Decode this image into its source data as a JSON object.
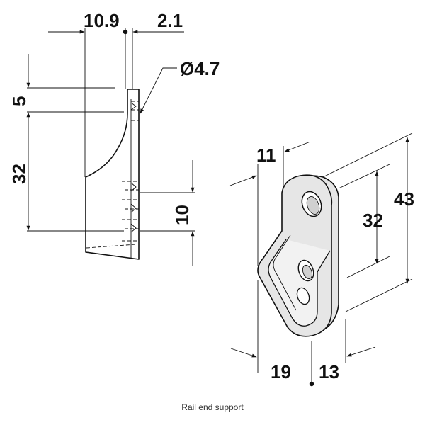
{
  "drawing": {
    "side_view": {
      "depth": "10.9",
      "plate_thickness": "2.1",
      "hole_diameter": "Ø4.7",
      "top_offset": "5",
      "hole_spacing": "32",
      "bottom_offset": "10"
    },
    "iso_view": {
      "cutout_width": "11",
      "hole_spacing": "32",
      "height": "43",
      "width": "19",
      "depth": "13"
    }
  },
  "caption": "Rail end support",
  "colors": {
    "line": "#111111",
    "fill": "#e6e6e6",
    "background": "#ffffff"
  }
}
